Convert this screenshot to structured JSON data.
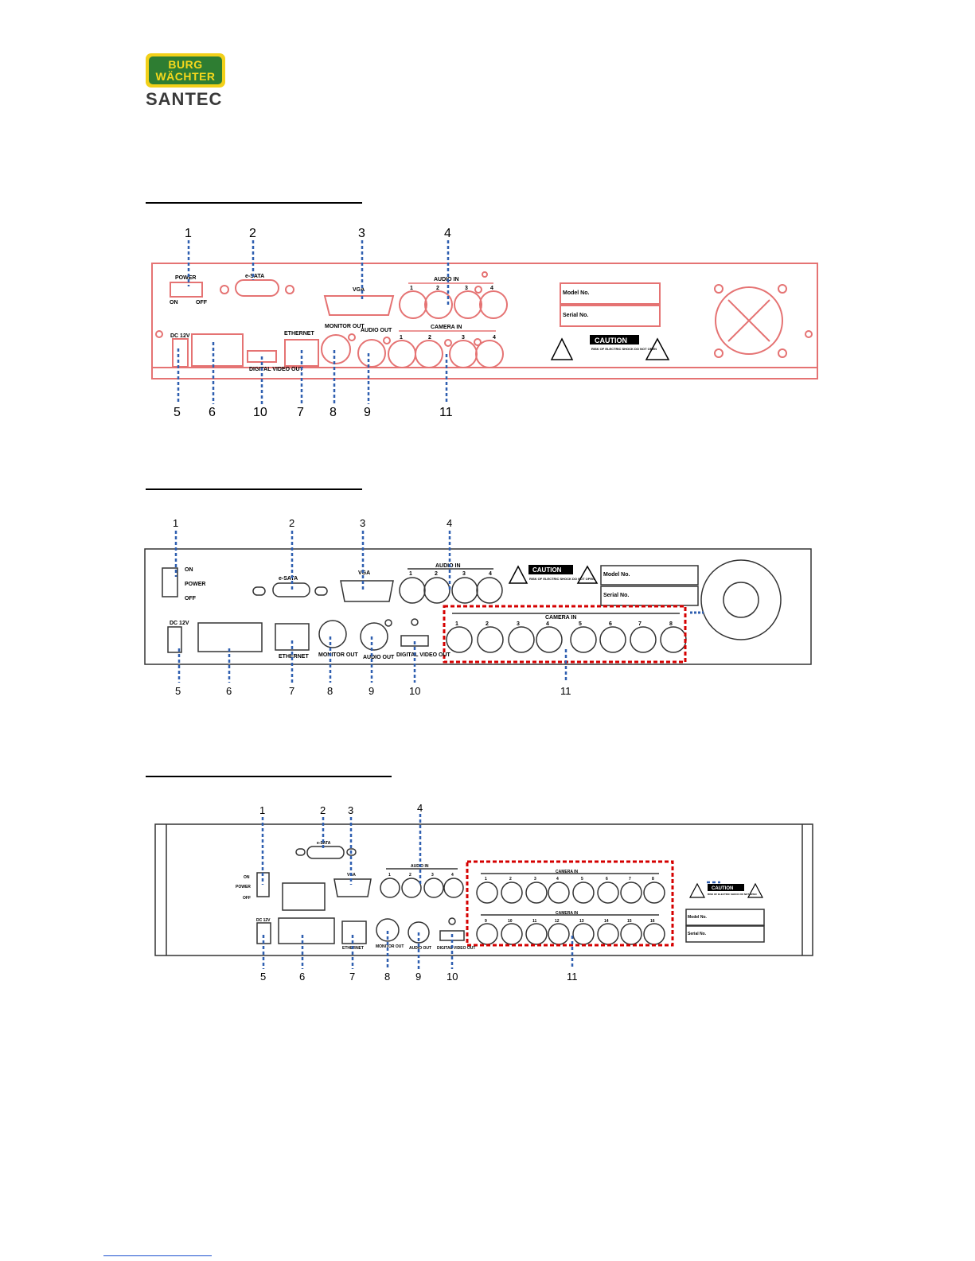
{
  "logo": {
    "line1": "BURG",
    "line2": "WÄCHTER",
    "sub": "SANTEC"
  },
  "colors": {
    "panel1": "#e57373",
    "panel": "#333333",
    "callout": "#2f5fb0",
    "highlight": "#d50000",
    "brand_green": "#2e7d32",
    "brand_yellow": "#f2d019"
  },
  "panel1": {
    "callouts": [
      "1",
      "2",
      "3",
      "4",
      "5",
      "6",
      "10",
      "7",
      "8",
      "9",
      "11"
    ],
    "labels": {
      "power": "POWER",
      "on": "ON",
      "off": "OFF",
      "esata": "e-SATA",
      "vga": "VGA",
      "audio_in": "AUDIO IN",
      "dc": "DC 12V",
      "ethernet": "ETHERNET",
      "monitor_out": "MONITOR OUT",
      "audio_out": "AUDIO OUT",
      "camera_in": "CAMERA IN",
      "digital_video_out": "DIGITAL VIDEO OUT",
      "model": "Model No.",
      "serial": "Serial No.",
      "caution": "CAUTION",
      "caution_text": "RISK OF ELECTRIC SHOCK DO NOT OPEN",
      "audio_nums": [
        "1",
        "2",
        "3",
        "4"
      ],
      "cam_nums": [
        "1",
        "2",
        "3",
        "4"
      ]
    }
  },
  "panel2": {
    "callouts": [
      "1",
      "2",
      "3",
      "4",
      "5",
      "6",
      "7",
      "8",
      "9",
      "10",
      "11"
    ],
    "labels": {
      "on": "ON",
      "power": "POWER",
      "off": "OFF",
      "esata": "e-SATA",
      "vga": "VGA",
      "audio_in": "AUDIO IN",
      "dc": "DC 12V",
      "ethernet": "ETHERNET",
      "monitor_out": "MONITOR OUT",
      "audio_out": "AUDIO OUT",
      "digital_video_out": "DIGITAL VIDEO OUT",
      "camera_in": "CAMERA IN",
      "model": "Model No.",
      "serial": "Serial No.",
      "caution": "CAUTION",
      "caution_text": "RISK OF ELECTRIC SHOCK DO NOT OPEN",
      "audio_nums": [
        "1",
        "2",
        "3",
        "4"
      ],
      "cam_nums": [
        "1",
        "2",
        "3",
        "4",
        "5",
        "6",
        "7",
        "8"
      ]
    }
  },
  "panel3": {
    "callouts": [
      "1",
      "2",
      "3",
      "4",
      "5",
      "6",
      "7",
      "8",
      "9",
      "10",
      "11"
    ],
    "labels": {
      "on": "ON",
      "power": "POWER",
      "off": "OFF",
      "esata": "e-SATA",
      "vga": "VGA",
      "audio_in": "AUDIO IN",
      "dc": "DC 12V",
      "ethernet": "ETHERNET",
      "monitor_out": "MONITOR OUT",
      "audio_out": "AUDIO OUT",
      "digital_video_out": "DIGITAL VIDEO OUT",
      "camera_in": "CAMERA IN",
      "model": "Model No.",
      "serial": "Serial No.",
      "caution": "CAUTION",
      "caution_text": "RISK OF ELECTRIC SHOCK DO NOT OPEN",
      "audio_nums": [
        "1",
        "2",
        "3",
        "4"
      ],
      "cam_nums_top": [
        "1",
        "2",
        "3",
        "4",
        "5",
        "6",
        "7",
        "8"
      ],
      "cam_nums_bottom": [
        "9",
        "10",
        "11",
        "12",
        "13",
        "14",
        "15",
        "16"
      ]
    }
  }
}
